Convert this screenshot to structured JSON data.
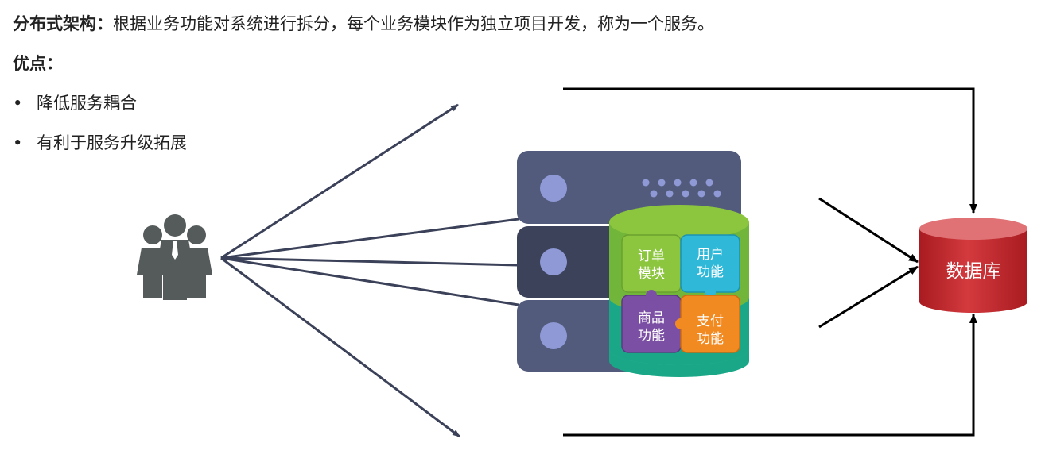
{
  "intro": {
    "term": "分布式架构：",
    "definition": "根据业务功能对系统进行拆分，每个业务模块作为独立项目开发，称为一个服务。"
  },
  "advantages": {
    "heading": "优点：",
    "items": [
      "降低服务耦合",
      "有利于服务升级拓展"
    ]
  },
  "diagram": {
    "modules": [
      {
        "line1": "订单",
        "line2": "模块",
        "color": "#8cc63f"
      },
      {
        "line1": "用户",
        "line2": "功能",
        "color": "#2fb8d8"
      },
      {
        "line1": "商品",
        "line2": "功能",
        "color": "#7b4fa4"
      },
      {
        "line1": "支付",
        "line2": "功能",
        "color": "#f28a22"
      }
    ],
    "database": {
      "label": "数据库",
      "color": "#c8282e"
    },
    "server_color": "#525b7c"
  }
}
